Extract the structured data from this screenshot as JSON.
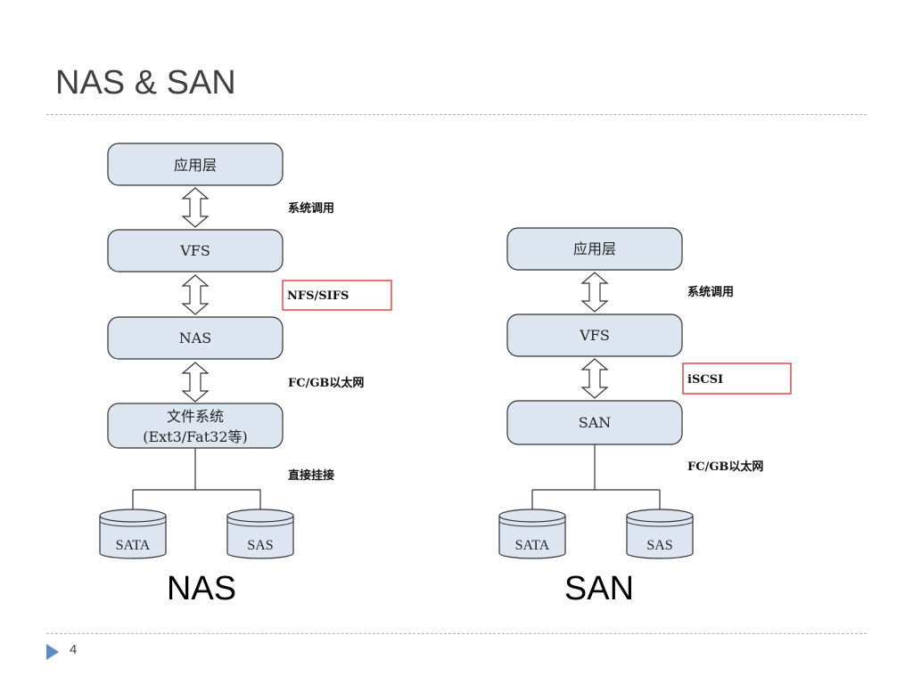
{
  "slide": {
    "title": "NAS & SAN",
    "page_number": "4"
  },
  "nas": {
    "caption": "NAS",
    "boxes": {
      "app": "应用层",
      "vfs": "VFS",
      "nas": "NAS",
      "fs_line1": "文件系统",
      "fs_line2": "(Ext3/Fat32等)"
    },
    "links": {
      "syscall": "系统调用",
      "protocol": "NFS/SIFS",
      "network": "FC/GB以太网",
      "direct": "直接挂接"
    },
    "disks": {
      "left": "SATA",
      "right": "SAS"
    }
  },
  "san": {
    "caption": "SAN",
    "boxes": {
      "app": "应用层",
      "vfs": "VFS",
      "san": "SAN"
    },
    "links": {
      "syscall": "系统调用",
      "protocol": "iSCSI",
      "network": "FC/GB以太网"
    },
    "disks": {
      "left": "SATA",
      "right": "SAS"
    }
  },
  "colors": {
    "box_fill": "#dde5f1",
    "box_stroke": "#333333",
    "highlight_stroke": "#e03a3a",
    "accent": "#5b8dbf"
  }
}
